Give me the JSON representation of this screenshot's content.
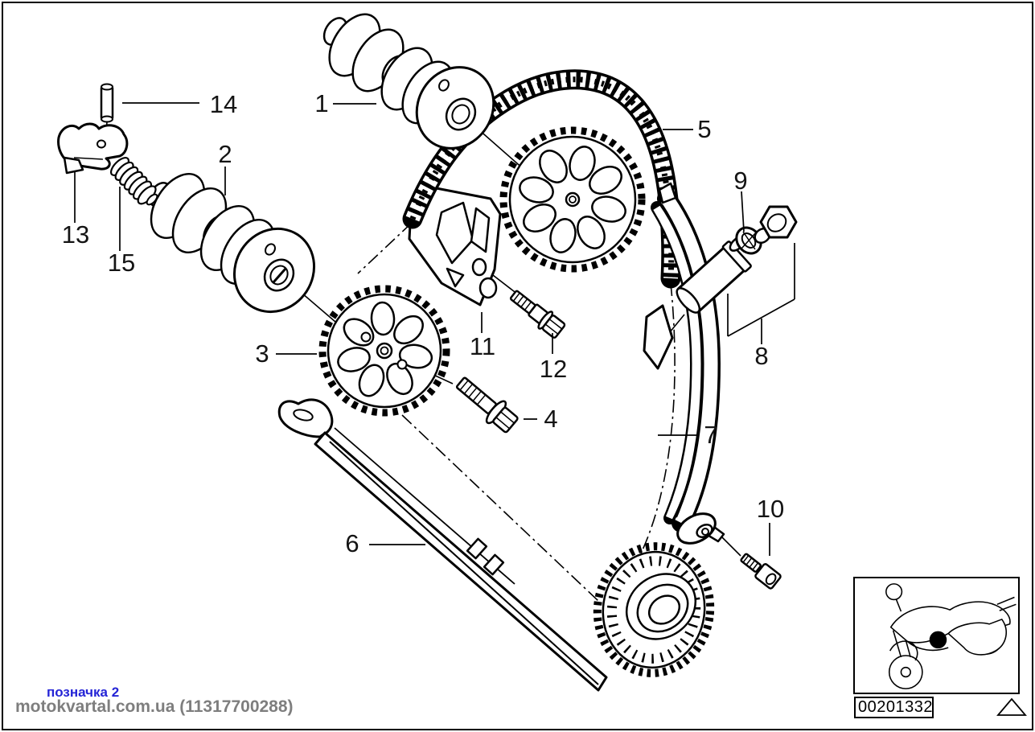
{
  "page": {
    "bg_color": "#ffffff",
    "line_color": "#000000"
  },
  "callouts": [
    {
      "label": "1"
    },
    {
      "label": "2"
    },
    {
      "label": "3"
    },
    {
      "label": "4"
    },
    {
      "label": "5"
    },
    {
      "label": "6"
    },
    {
      "label": "7"
    },
    {
      "label": "8"
    },
    {
      "label": "9"
    },
    {
      "label": "10"
    },
    {
      "label": "11"
    },
    {
      "label": "12"
    },
    {
      "label": "13"
    },
    {
      "label": "14"
    },
    {
      "label": "15"
    }
  ],
  "watermark": {
    "line1": "позначка 2",
    "line1_color": "#2424d6",
    "line2": "motokvartal.com.ua (11317700288)",
    "line2_color": "#7e7e7e"
  },
  "stamp": {
    "code": "00201332"
  },
  "icons": {
    "motorcycle": "sport-motorcycle-side-view",
    "triangle": "triangle-outline-marker"
  }
}
